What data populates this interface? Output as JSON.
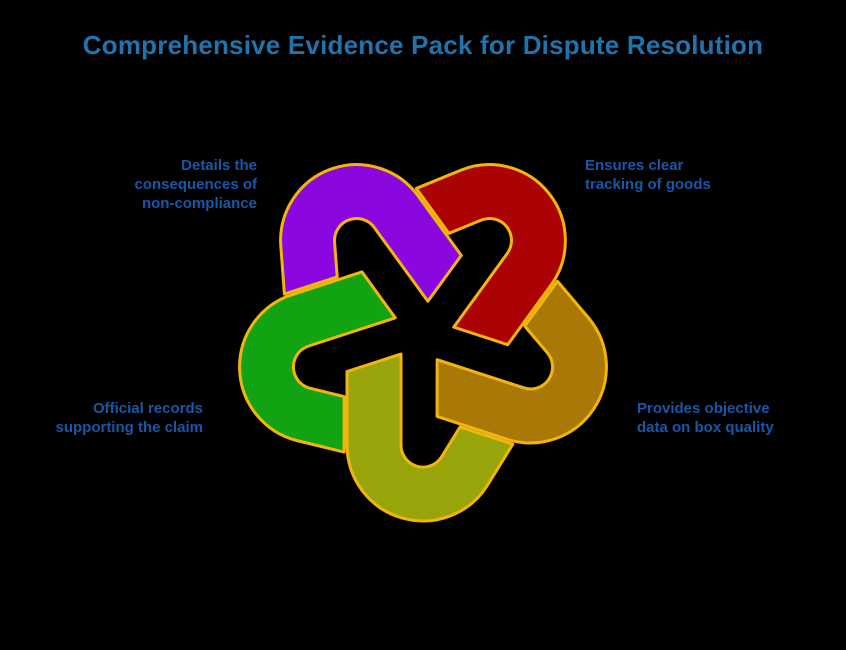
{
  "title": "Comprehensive Evidence Pack for Dispute Resolution",
  "background_color": "#000000",
  "title_color": "#2173AE",
  "label_color": "#1857A8",
  "labels": {
    "details": {
      "lines": [
        "Details the",
        "consequences of",
        "non-compliance"
      ]
    },
    "ensures": {
      "lines": [
        "Ensures clear",
        "tracking of goods"
      ]
    },
    "official": {
      "lines": [
        "Official records",
        "supporting the claim"
      ]
    },
    "provides": {
      "lines": [
        "Provides objective",
        "data on box quality"
      ]
    }
  },
  "knot": {
    "outline_color": "#F2B50D",
    "loops": [
      {
        "name": "olive",
        "color": "#97A50A"
      },
      {
        "name": "brown",
        "color": "#A97807"
      },
      {
        "name": "red",
        "color": "#AB0303"
      },
      {
        "name": "purple",
        "color": "#8A07E0"
      },
      {
        "name": "green",
        "color": "#12A312"
      }
    ]
  }
}
